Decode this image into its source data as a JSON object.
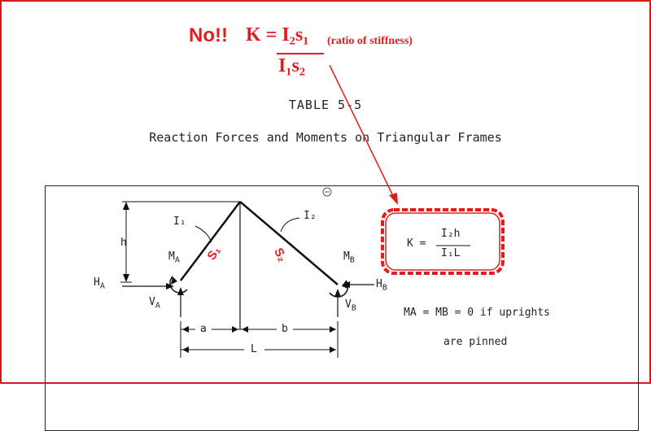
{
  "annotation": {
    "no": "No!!",
    "k_numerator": "K = I₂s₁",
    "k_denominator": "I₁s₂",
    "ratio_note": "(ratio of stiffness)",
    "color": "#e31d1d"
  },
  "table": {
    "number": "TABLE 5-5",
    "title": "Reaction Forces and Moments on Triangular Frames"
  },
  "diagram": {
    "I1": "I₁",
    "I2": "I₂",
    "S1": "S₁",
    "S2": "S₂",
    "h": "h",
    "HA": "H",
    "HA_sub": "A",
    "VA": "V",
    "VA_sub": "A",
    "MA": "M",
    "MA_sub": "A",
    "MB": "M",
    "MB_sub": "B",
    "HB": "H",
    "HB_sub": "B",
    "VB": "V",
    "VB_sub": "B",
    "a": "a",
    "b": "b",
    "L": "L"
  },
  "formula": {
    "k_label": "K =",
    "numerator": "I₂h",
    "denominator": "I₁L"
  },
  "note": {
    "line1": "MA = MB = 0 if uprights",
    "line2": "are pinned"
  }
}
